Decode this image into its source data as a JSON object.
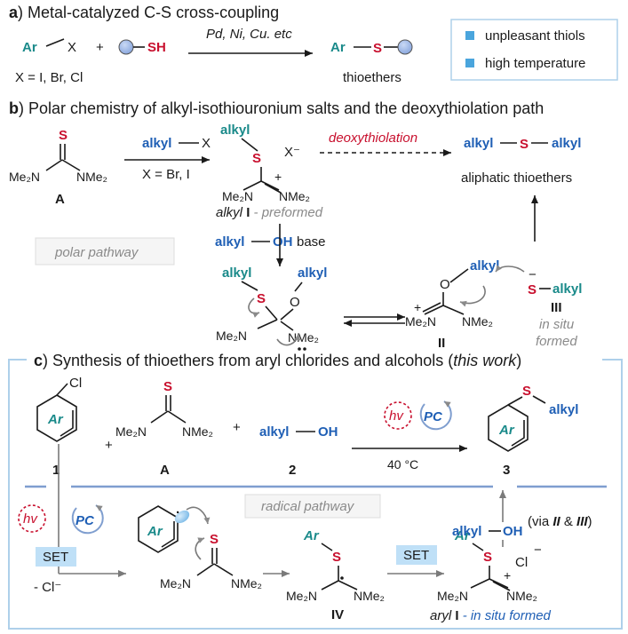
{
  "section_a": {
    "letter": "a",
    "title": ") Metal-catalyzed C-S cross-coupling",
    "ar": "Ar",
    "x": "X",
    "x_note": "X = I, Br, Cl",
    "plus": "+",
    "sh": "SH",
    "conditions": "Pd, Ni, Cu. etc",
    "product_ar": "Ar",
    "product_s": "S",
    "product_label": "thioethers",
    "drawbacks": [
      "unpleasant thiols",
      "high temperature"
    ]
  },
  "section_b": {
    "letter": "b",
    "title": ") Polar chemistry of alkyl-isothiouronium salts and the deoxythiolation path",
    "compound_a_label": "A",
    "s_atom": "S",
    "nme2_left": "Me₂N",
    "nme2_right": "NMe₂",
    "reagent_alkyl": "alkyl",
    "reagent_x": "X",
    "x_note": "X = Br, I",
    "salt_alkyl": "alkyl",
    "salt_s": "S",
    "salt_xminus": "X⁻",
    "salt_plus": "+",
    "salt_label_prefix": "alkyl",
    "salt_label_num": "I",
    "salt_label_suffix": "- preformed",
    "deoxythiolation": "deoxythiolation",
    "product_alkyl_left": "alkyl",
    "product_s": "S",
    "product_alkyl_right": "alkyl",
    "product_label": "aliphatic thioethers",
    "alcohol_alkyl": "alkyl",
    "alcohol_oh": "OH",
    "base": "base",
    "polar_pathway": "polar pathway",
    "int_alkyl_s": "alkyl",
    "int_s": "S",
    "int_alkyl_o": "alkyl",
    "int_o": "O",
    "int_nme2_left": "Me₂N",
    "int_nme2_right": "NMe₂",
    "ii_o": "O",
    "ii_alkyl": "alkyl",
    "ii_plus": "+",
    "ii_nme2_left": "Me₂N",
    "ii_nme2_right": "NMe₂",
    "ii_label": "II",
    "iii_minus": "−",
    "iii_s": "S",
    "iii_alkyl": "alkyl",
    "iii_label": "III",
    "in_situ": "in situ",
    "formed": "formed"
  },
  "section_c": {
    "letter": "c",
    "title_pre": ")  Synthesis of thioethers from aryl chlorides and alcohols (",
    "title_it": "this work",
    "title_post": ")",
    "ar": "Ar",
    "cl": "Cl",
    "label_1": "1",
    "label_a": "A",
    "label_2": "2",
    "label_3": "3",
    "plus": "+",
    "s_atom": "S",
    "nme2_left": "Me₂N",
    "nme2_right": "NMe₂",
    "alcohol_alkyl": "alkyl",
    "alcohol_oh": "OH",
    "hv": "hv",
    "pc": "PC",
    "temp": "40 °C",
    "product_s": "S",
    "product_alkyl": "alkyl",
    "radical_pathway": "radical pathway",
    "set": "SET",
    "cl_minus": "- Cl⁻",
    "radical_dot": "·",
    "iv_ar": "Ar",
    "iv_s": "S",
    "iv_label": "IV",
    "set2": "SET",
    "aryl_i_prefix": "aryl",
    "aryl_i_num": "I",
    "aryl_i_suffix": "- in situ formed",
    "salt_cl": "Cl",
    "salt_minus": "−",
    "salt_plus": "+",
    "via_pre": "(via ",
    "via_ii": "II",
    "via_amp": " & ",
    "via_iii": "III",
    "via_post": ")"
  }
}
